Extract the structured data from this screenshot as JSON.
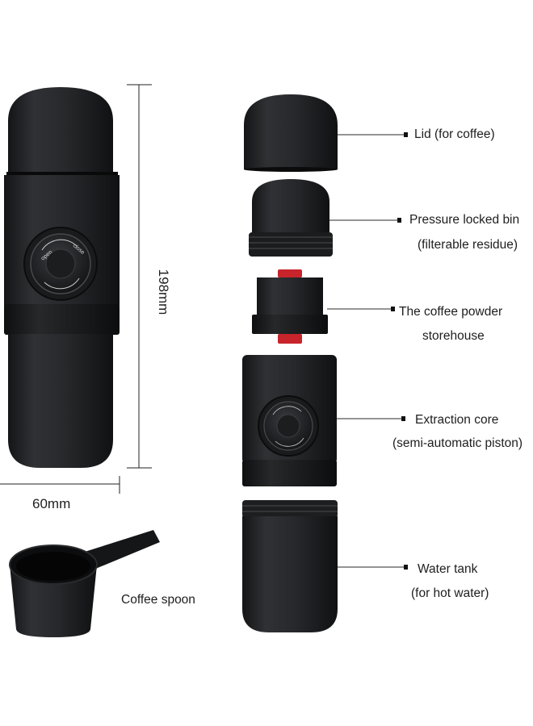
{
  "dimensions": {
    "height": "198mm",
    "width": "60mm"
  },
  "parts": {
    "lid": {
      "line1": "Lid (for coffee)"
    },
    "bin": {
      "line1": "Pressure locked bin",
      "line2": "(filterable residue)"
    },
    "powder": {
      "line1": "The coffee powder",
      "line2": "storehouse"
    },
    "core": {
      "line1": "Extraction core",
      "line2": "(semi-automatic piston)"
    },
    "tank": {
      "line1": "Water tank",
      "line2": "(for hot water)"
    },
    "spoon": {
      "line1": "Coffee spoon"
    }
  },
  "knob_text": {
    "open": "open",
    "close": "close"
  },
  "colors": {
    "body": "#1e1f21",
    "body_light": "#2e3033",
    "ring": "#111214",
    "seal": "#c8242b",
    "line": "#2a2a2a"
  }
}
